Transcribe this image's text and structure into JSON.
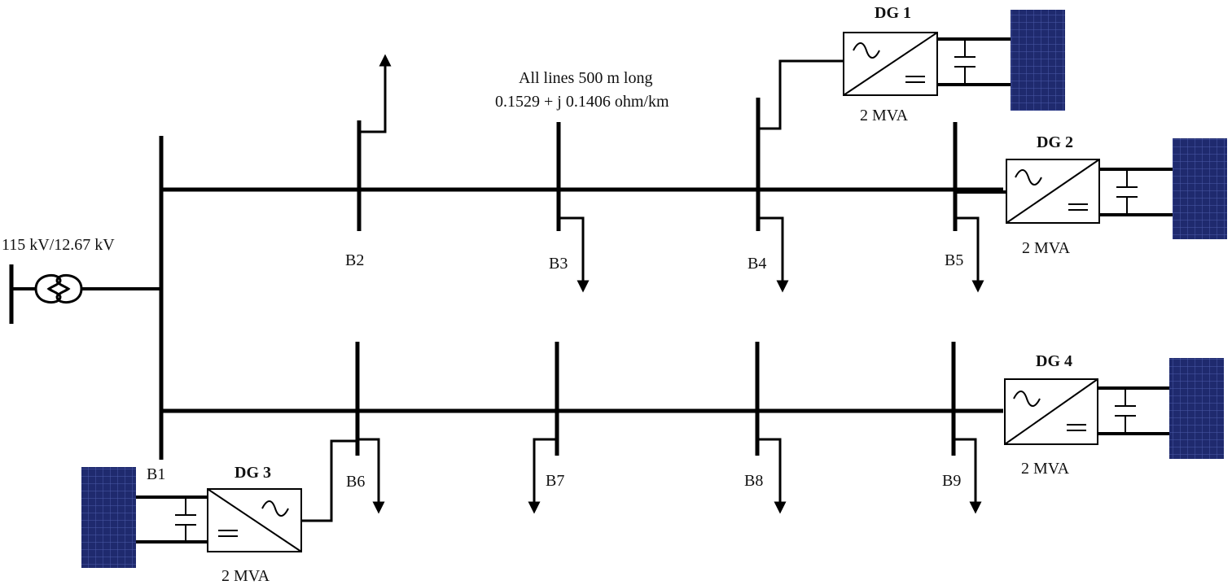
{
  "transformer_label": "115 kV/12.67 kV",
  "line_note": {
    "line1": "All lines 500 m long",
    "line2": "0.1529 + j 0.1406 ohm/km"
  },
  "buses": {
    "b1": "B1",
    "b2": "B2",
    "b3": "B3",
    "b4": "B4",
    "b5": "B5",
    "b6": "B6",
    "b7": "B7",
    "b8": "B8",
    "b9": "B9"
  },
  "dgs": {
    "dg1": {
      "title": "DG 1",
      "rating": "2 MVA"
    },
    "dg2": {
      "title": "DG 2",
      "rating": "2 MVA"
    },
    "dg3": {
      "title": "DG 3",
      "rating": "2 MVA"
    },
    "dg4": {
      "title": "DG 4",
      "rating": "2 MVA"
    }
  },
  "colors": {
    "line": "#000000",
    "panel": "#1f2a6e",
    "panel_grid": "#4b5aa8"
  }
}
